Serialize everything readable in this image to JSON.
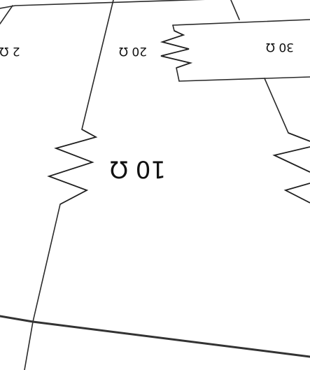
{
  "diagram": {
    "components": [
      {
        "id": "r-left-edge",
        "label": "2 Ω"
      },
      {
        "id": "r-top-mid",
        "label": "20 Ω"
      },
      {
        "id": "r-top-right",
        "label": "30 Ω"
      },
      {
        "id": "r-main",
        "label": "10 Ω"
      }
    ]
  }
}
